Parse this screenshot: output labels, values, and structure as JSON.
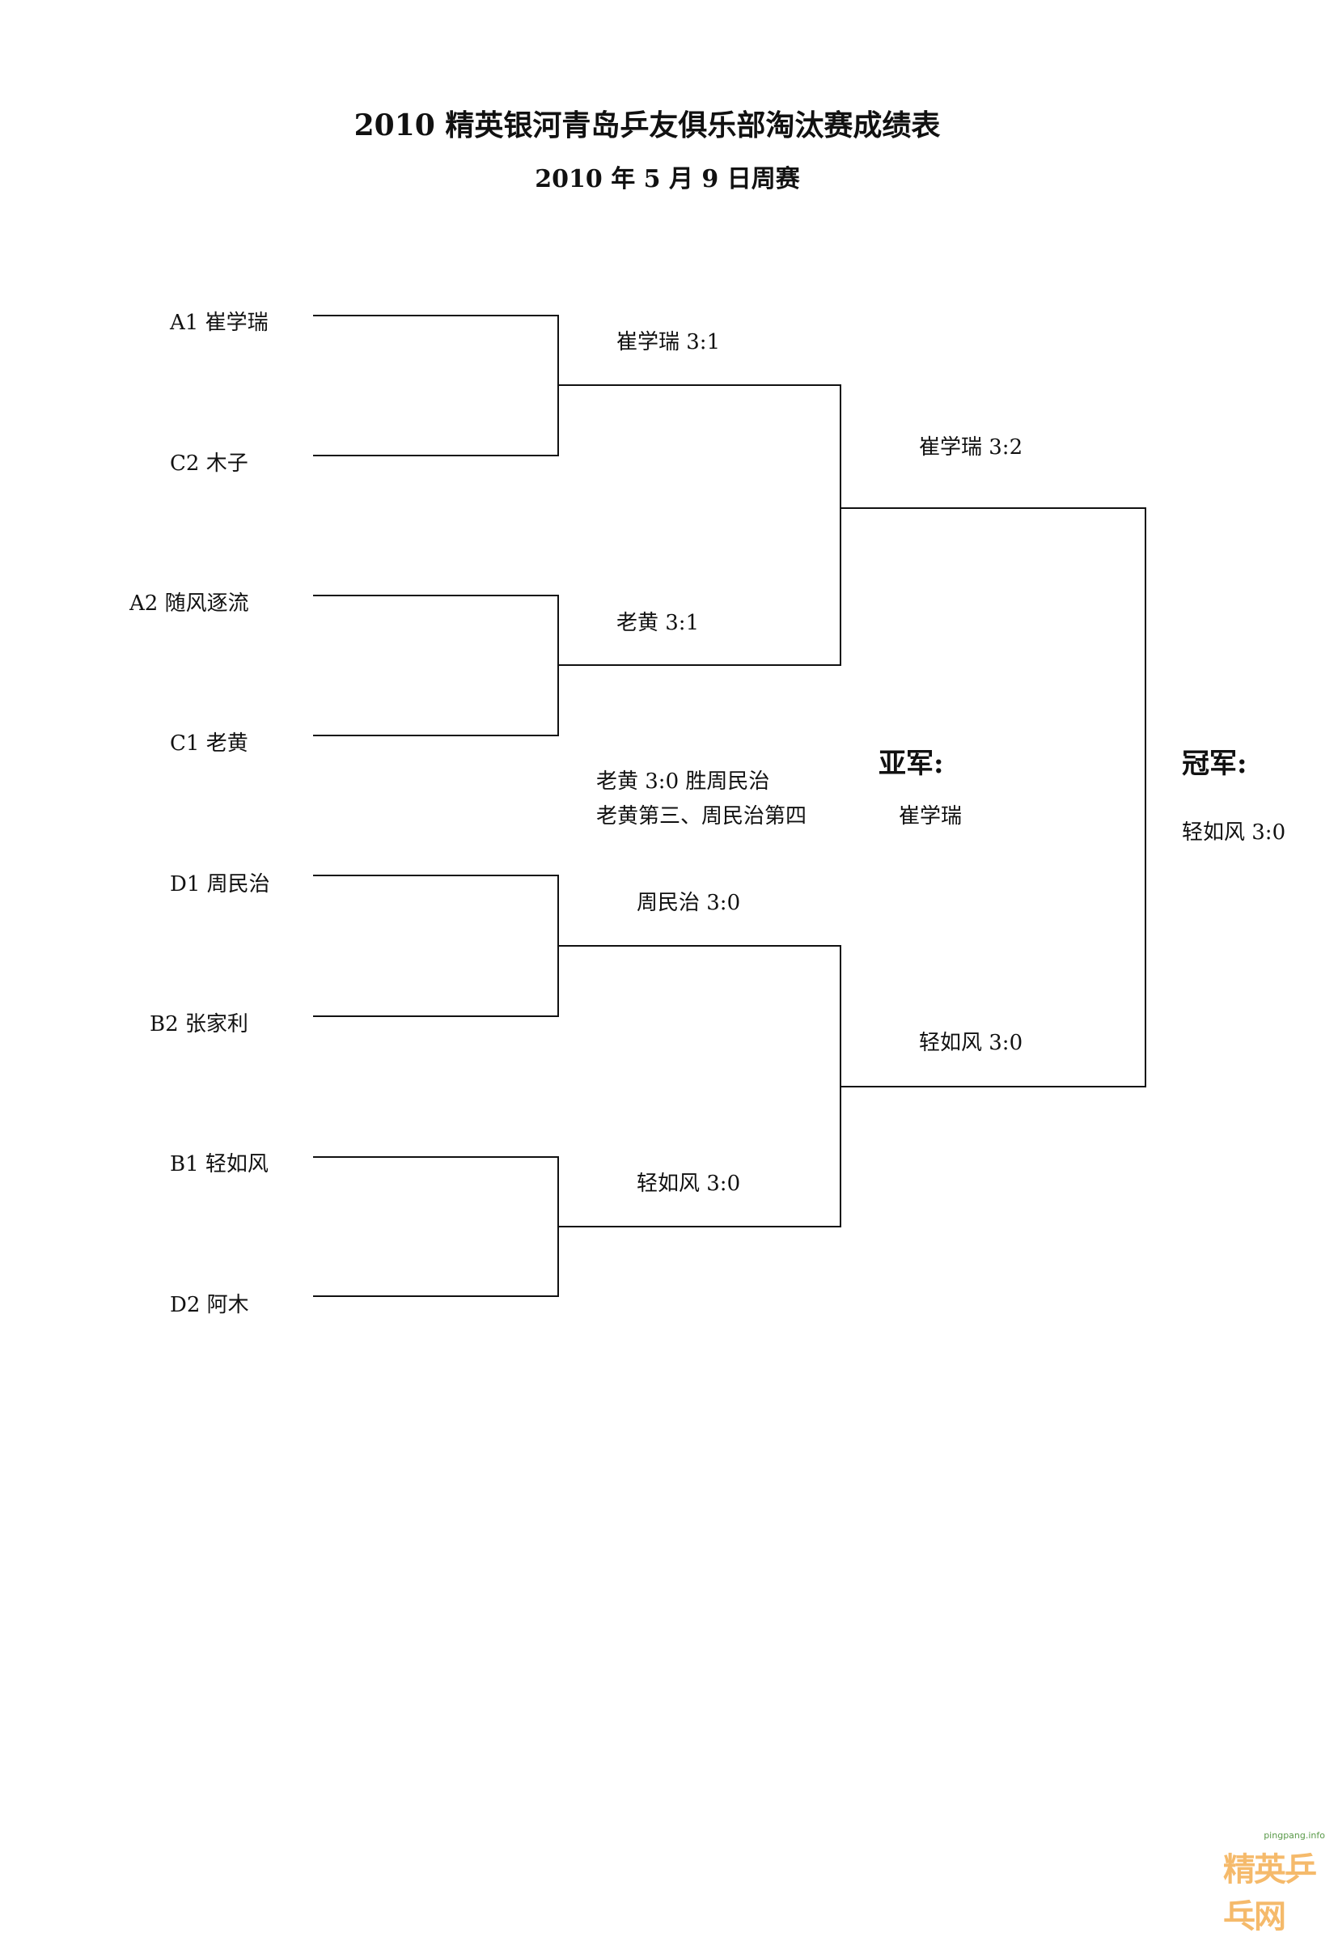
{
  "title": "2010 精英银河青岛乒友俱乐部淘汰赛成绩表",
  "subtitle": "2010 年 5 月 9 日周赛",
  "players": [
    "A1 崔学瑞",
    "C2 木子",
    "A2 随风逐流",
    "C1 老黄",
    "D1 周民治",
    "B2  张家利",
    "B1 轻如风",
    "D2  阿木"
  ],
  "round1_results": [
    "崔学瑞  3:1",
    "老黄  3:1",
    "周民治  3:0",
    "轻如风  3:0"
  ],
  "semifinal_results": [
    "崔学瑞  3:2",
    "轻如风  3:0"
  ],
  "third_place": {
    "line1": "老黄 3:0 胜周民治",
    "line2": "老黄第三、周民治第四"
  },
  "runner_up": {
    "label": "亚军:",
    "name": "崔学瑞"
  },
  "champion": {
    "label": "冠军:",
    "result": "轻如风  3:0"
  },
  "watermark": {
    "url": "pingpang.info",
    "logo": "精英乒乓网"
  }
}
